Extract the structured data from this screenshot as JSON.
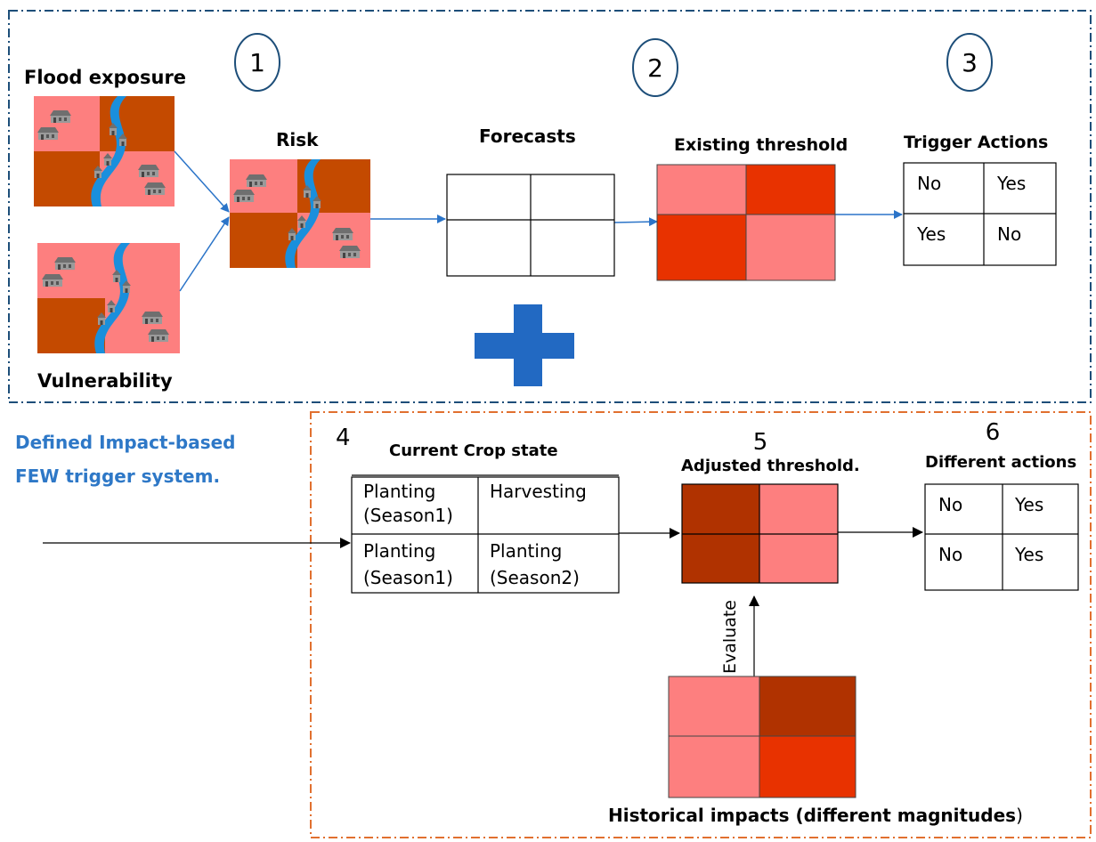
{
  "top_panel": {
    "flood_exposure_label": "Flood exposure",
    "vulnerability_label": "Vulnerability",
    "risk_label": "Risk",
    "forecasts_label": "Forecasts",
    "existing_threshold_label": "Existing threshold",
    "trigger_actions_label": "Trigger Actions",
    "step_1": "1",
    "step_2": "2",
    "step_3": "3",
    "trigger_table": [
      [
        "No",
        "Yes"
      ],
      [
        "Yes",
        "No"
      ]
    ]
  },
  "side_note": {
    "line1": "Defined Impact-based",
    "line2": "FEW trigger system."
  },
  "bottom_panel": {
    "step_4": "4",
    "step_5": "5",
    "step_6": "6",
    "current_crop_state_label": "Current Crop state",
    "crop_table": [
      [
        [
          "Planting",
          "(Season1)"
        ],
        [
          "Harvesting"
        ]
      ],
      [
        [
          "Planting",
          "(Season1)"
        ],
        [
          "Planting",
          "(Season2)"
        ]
      ]
    ],
    "adjusted_threshold_label": "Adjusted threshold.",
    "different_actions_label": "Different actions",
    "actions_table": [
      [
        "No",
        "Yes"
      ],
      [
        "No",
        "Yes"
      ]
    ],
    "evaluate_label": "Evaluate",
    "historical_label_bold": "Historical impacts (different magnitudes",
    "historical_label_paren": ")"
  },
  "colors": {
    "pink": "#fd7f7f",
    "dark_red": "#c44a00",
    "bright_red": "#e83200",
    "maroon": "#b03200",
    "river": "#1a8fdc",
    "blue_arrow": "#2b74c8",
    "plus": "#2269c2",
    "top_border": "#1d4e79",
    "bottom_border": "#e1702f",
    "side_text": "#2e78c7"
  }
}
